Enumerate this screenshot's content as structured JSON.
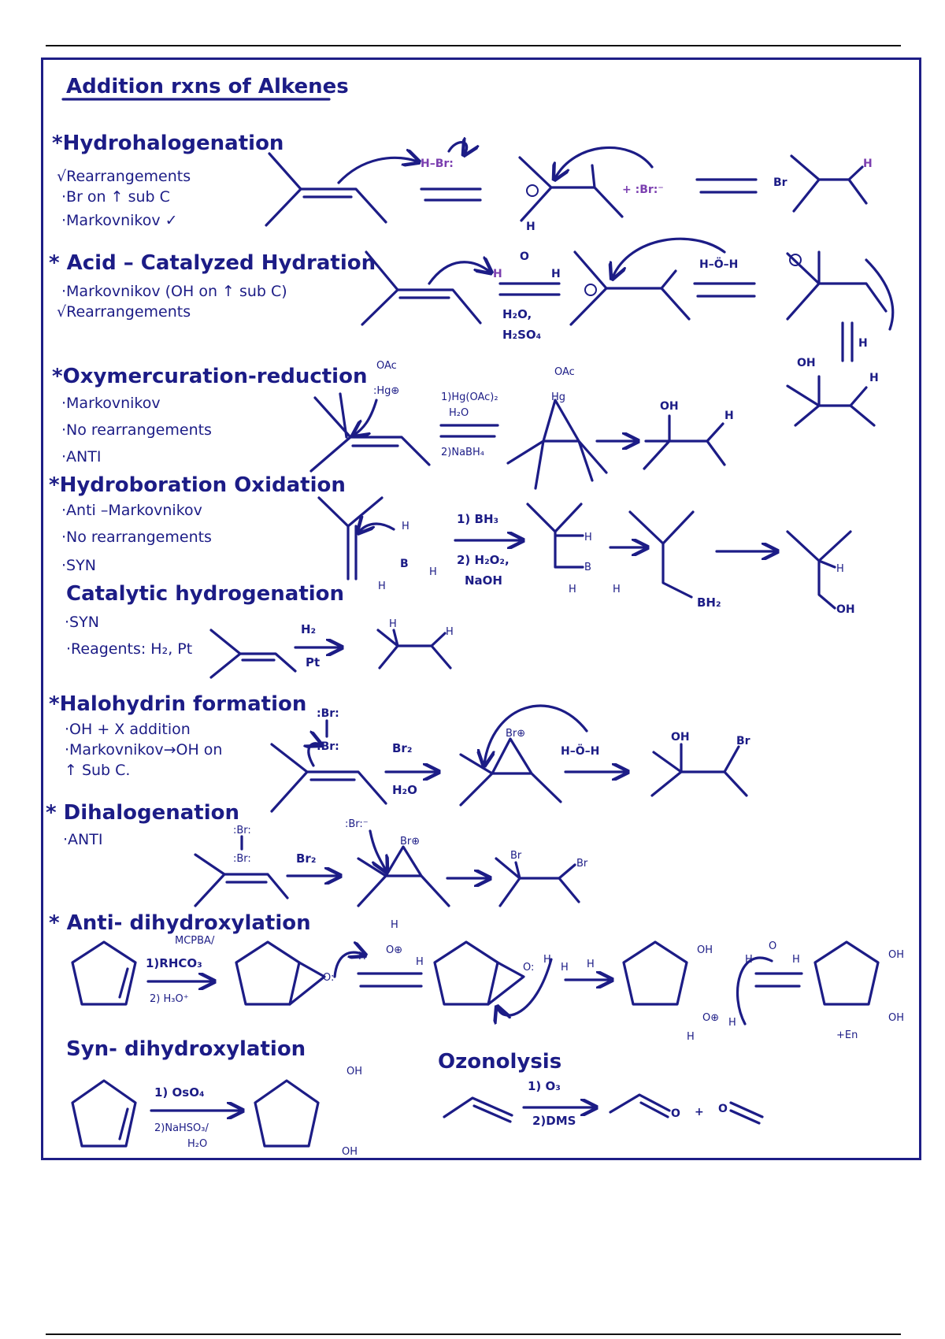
{
  "page_title": "Addition rxns of Alkenes",
  "colors": {
    "ink": "#1c1c86",
    "frame": "#1e1e86",
    "accent": "#7b3fb0"
  },
  "sections": {
    "hydrohalogenation": {
      "title": "*Hydrohalogenation",
      "notes": [
        "√Rearrangements",
        "·Br on ↑ sub C",
        "·Markovnikov ✓"
      ],
      "reagent": "H–Br:",
      "ion": "+ :Br:⁻",
      "prod_atoms": [
        "Br",
        "H"
      ]
    },
    "acid_hydration": {
      "title": "* Acid – Catalyzed Hydration",
      "notes": [
        "·Markovnikov (OH on ↑ sub C)",
        "√Rearrangements"
      ],
      "reagents": [
        "H₂O,",
        "H₂SO₄"
      ],
      "h3o": [
        "H",
        "H",
        "H",
        "O"
      ],
      "water": "H–Ö–H",
      "atoms": [
        "H",
        "OH",
        "H"
      ]
    },
    "oxymercuration": {
      "title": "*Oxymercuration-reduction",
      "notes": [
        "·Markovnikov",
        "·No rearrangements",
        "·ANTI"
      ],
      "reagents": [
        "1)Hg(OAc)₂",
        "H₂O",
        "2)NaBH₄"
      ],
      "atoms": [
        "OAc",
        ":Hg⊕",
        "OAc",
        "Hg",
        "OH",
        "H"
      ]
    },
    "hydroboration": {
      "title": "*Hydroboration Oxidation",
      "notes": [
        "·Anti –Markovnikov",
        "·No rearrangements",
        "·SYN"
      ],
      "reagents": [
        "1) BH₃",
        "2) H₂O₂,",
        "NaOH"
      ],
      "atoms": [
        "H",
        "B",
        "H",
        "H",
        "H",
        "B",
        "H",
        "H",
        "BH₂",
        "H",
        "OH"
      ]
    },
    "hydrogenation": {
      "title": "Catalytic hydrogenation",
      "notes": [
        "·SYN",
        "·Reagents: H₂, Pt"
      ],
      "reagents": [
        "H₂",
        "Pt"
      ],
      "atoms": [
        "H",
        "H"
      ]
    },
    "halohydrin": {
      "title": "*Halohydrin formation",
      "notes": [
        "·OH + X addition",
        "·Markovnikov→OH on",
        "↑ Sub C."
      ],
      "reagents": [
        "Br₂",
        "H₂O"
      ],
      "atoms": [
        ":Br:",
        ":Br:",
        "Br⊕",
        "H–Ö–H",
        "OH",
        "Br"
      ]
    },
    "dihalogenation": {
      "title": "* Dihalogenation",
      "notes": [
        "·ANTI"
      ],
      "reagents": [
        "Br₂"
      ],
      "atoms": [
        ":Br:",
        ":Br:",
        ":Br:⁻",
        "Br⊕",
        "Br",
        "Br"
      ]
    },
    "anti_dihydroxylation": {
      "title": "* Anti- dihydroxylation",
      "reagents": [
        "1)RHCO₃",
        "MCPBA/",
        "2) H₃O⁺"
      ],
      "atoms": [
        "H",
        "H",
        "H",
        "O⊕",
        "O:",
        "H",
        "O:",
        "H",
        "H",
        "OH",
        "O⊕",
        "H",
        "H",
        "H",
        "O",
        "H",
        "OH",
        "OH"
      ],
      "note": "+En"
    },
    "syn_dihydroxylation": {
      "title": "Syn- dihydroxylation",
      "reagents": [
        "1) OsO₄",
        "2)NaHSO₃/",
        "H₂O"
      ],
      "atoms": [
        "OH",
        "OH"
      ]
    },
    "ozonolysis": {
      "title": "Ozonolysis",
      "reagents": [
        "1) O₃",
        "2)DMS"
      ],
      "atoms": [
        "O",
        "+",
        "O"
      ]
    }
  }
}
